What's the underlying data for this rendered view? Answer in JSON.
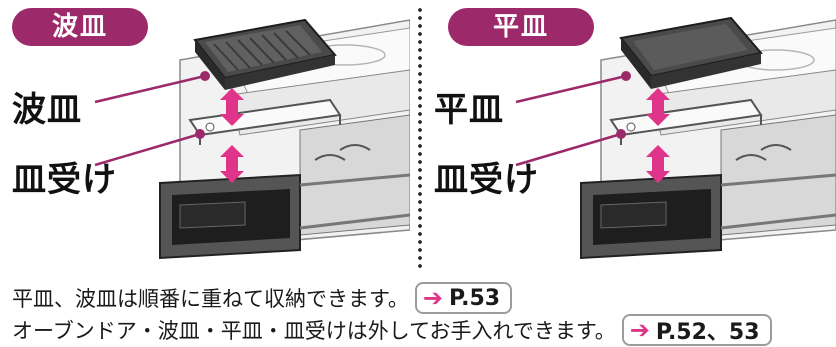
{
  "left_panel": {
    "title": "波皿",
    "callout_pan": "波皿",
    "callout_holder": "皿受け"
  },
  "right_panel": {
    "title": "平皿",
    "callout_pan": "平皿",
    "callout_holder": "皿受け"
  },
  "notes": [
    {
      "text": "平皿、波皿は順番に重ねて収納できます。",
      "ref": "P.53"
    },
    {
      "text": "オーブンドア・波皿・平皿・皿受けは外してお手入れできます。",
      "ref": "P.52、53"
    }
  ],
  "colors": {
    "accent": "#9c2a6b",
    "arrow": "#e0338a"
  },
  "icons": {
    "ref_arrow": "right-arrow-icon"
  }
}
